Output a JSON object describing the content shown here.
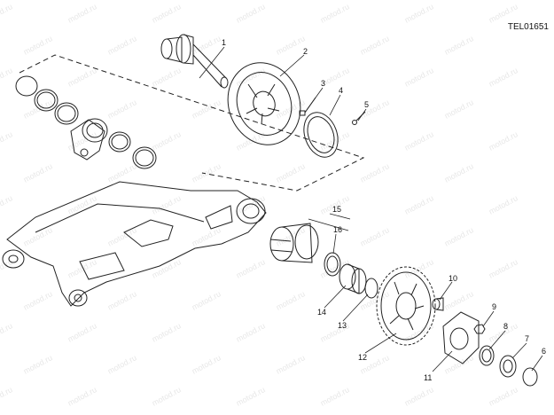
{
  "diagram": {
    "code": "TEL01651",
    "watermark": "motod.ru",
    "callouts": [
      "1",
      "2",
      "3",
      "4",
      "5",
      "6",
      "7",
      "8",
      "9",
      "10",
      "11",
      "12",
      "13",
      "14",
      "15",
      "16"
    ]
  }
}
